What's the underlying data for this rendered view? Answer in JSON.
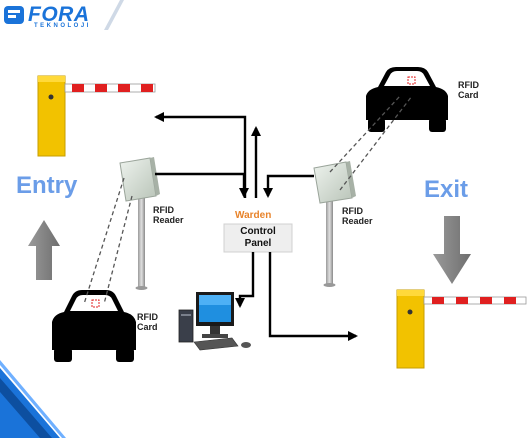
{
  "logo": {
    "name": "FORA",
    "sub": "TEKNOLOJI"
  },
  "labels": {
    "entry": "Entry",
    "exit": "Exit",
    "warden": "Warden",
    "control_panel_line1": "Control",
    "control_panel_line2": "Panel",
    "rfid_reader_line1": "RFID",
    "rfid_reader_line2": "Reader",
    "rfid_card_line1": "RFID",
    "rfid_card_line2": "Card"
  },
  "colors": {
    "brand_blue": "#1a73d9",
    "entry_exit_text": "#6b9de8",
    "warden_text": "#e8832a",
    "barrier_yellow": "#f2c200",
    "arrow_gray": "#8a8a8a"
  },
  "icons": [
    "fora-logo-icon",
    "boom-barrier-icon",
    "car-icon",
    "rfid-reader-icon",
    "computer-icon",
    "arrow-icon"
  ]
}
